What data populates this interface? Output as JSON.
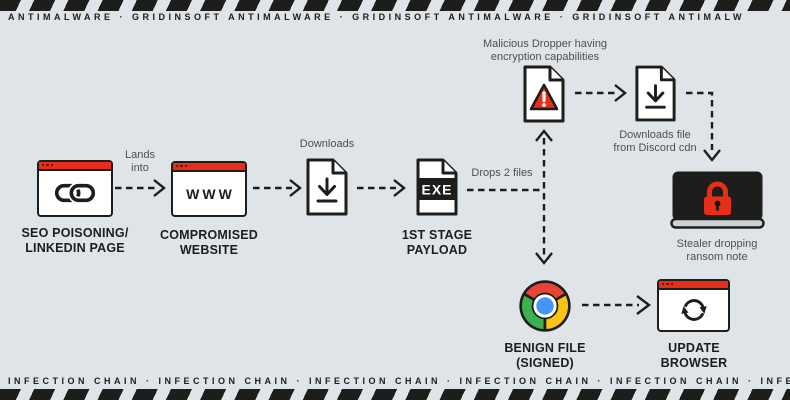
{
  "colors": {
    "background": "#dee4e8",
    "ink": "#1d1d1b",
    "accent_red": "#e72e18",
    "annotation_gray": "#4b5055",
    "chrome_red": "#e84334",
    "chrome_green": "#3bb24e",
    "chrome_yellow": "#fcc215",
    "chrome_blue": "#4596f7",
    "paper": "#ffffff",
    "laptop_base": "#ccd1d5"
  },
  "banner_top": {
    "text": "ANTIMALWARE · GRIDINSOFT ANTIMALWARE · GRIDINSOFT ANTIMALWARE · GRIDINSOFT ANTIMALW"
  },
  "banner_bottom": {
    "text": "INFECTION CHAIN · INFECTION CHAIN · INFECTION CHAIN · INFECTION CHAIN · INFECTION CHAIN · INFECTION"
  },
  "nodes": {
    "seo_page": {
      "label": "SEO POISONING/\nLINKEDIN PAGE",
      "icon": "link-icon"
    },
    "compromised_site": {
      "label": "COMPROMISED\nWEBSITE",
      "icon_text": "WWW"
    },
    "downloaded_file": {
      "icon": "download-file-icon"
    },
    "payload": {
      "label": "1ST STAGE\nPAYLOAD",
      "badge": "EXE"
    },
    "dropper": {
      "caption": "Malicious Dropper having\nencryption capabilities",
      "icon": "warning-file-icon"
    },
    "discord_file": {
      "caption": "Downloads file\nfrom Discord cdn",
      "icon": "download-file-icon"
    },
    "stealer": {
      "caption": "Stealer dropping\nransom note",
      "icon": "locked-laptop-icon"
    },
    "benign_file": {
      "label": "BENIGN FILE\n(SIGNED)",
      "icon": "chrome-icon"
    },
    "update_browser": {
      "label": "UPDATE\nBROWSER",
      "icon": "refresh-icon"
    }
  },
  "edges": {
    "lands_into": "Lands\ninto",
    "downloads": "Downloads",
    "drops_2_files": "Drops 2 files"
  }
}
